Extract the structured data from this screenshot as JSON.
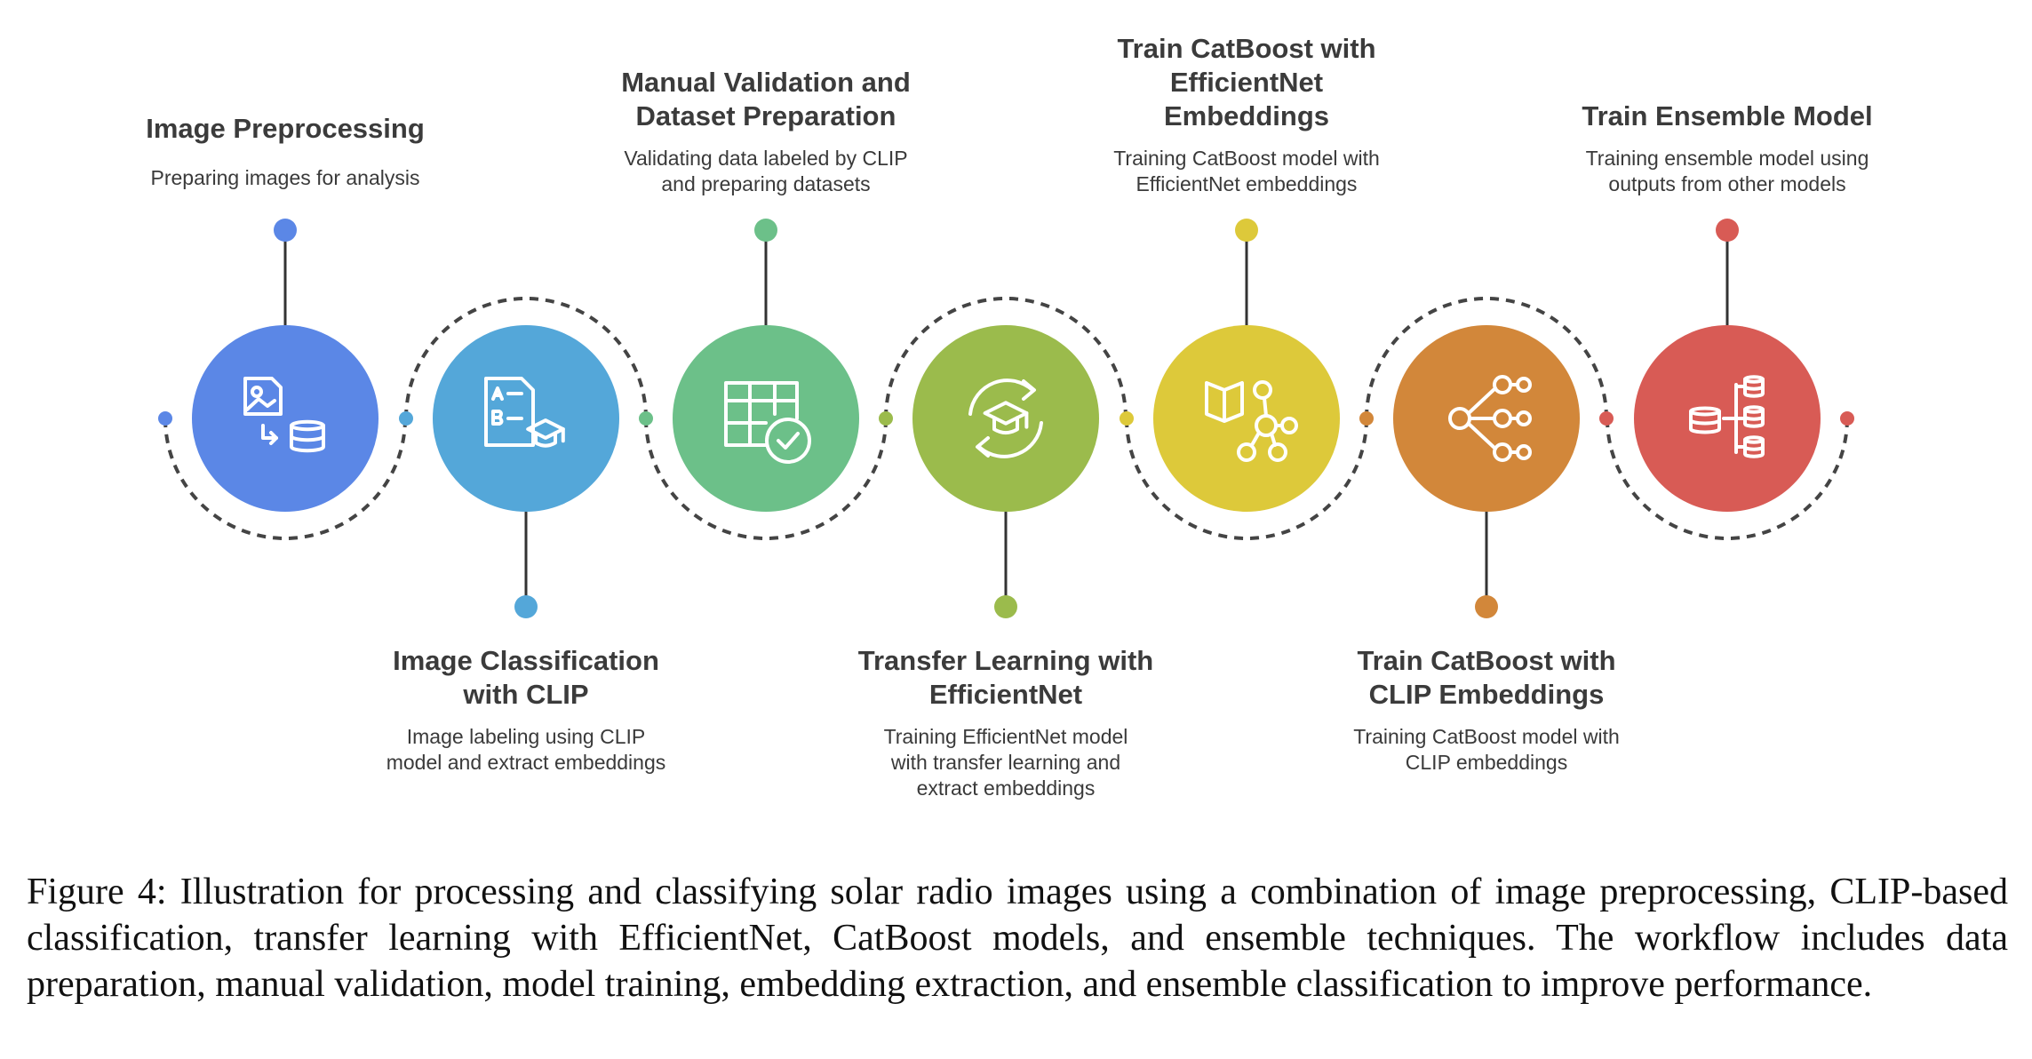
{
  "colors": {
    "blue": "#5b87e6",
    "light_blue": "#54a7d9",
    "green": "#6cc089",
    "olive_green": "#9bbb4c",
    "yellow": "#ddc93a",
    "orange": "#d2873a",
    "red": "#d85b55",
    "dashed_arc": "#444444",
    "title_text": "#3b3b3b"
  },
  "steps": [
    {
      "title_lines": [
        "Image Preprocessing"
      ],
      "desc_lines": [
        "Preparing images for analysis"
      ],
      "icon": "image-to-database-icon",
      "position": "top"
    },
    {
      "title_lines": [
        "Image Classification",
        "with CLIP"
      ],
      "desc_lines": [
        "Image labeling using CLIP",
        "model and extract embeddings"
      ],
      "icon": "document-graduation-cap-icon",
      "position": "bottom"
    },
    {
      "title_lines": [
        "Manual Validation and",
        "Dataset Preparation"
      ],
      "desc_lines": [
        "Validating data labeled by CLIP",
        "and preparing datasets"
      ],
      "icon": "table-check-icon",
      "position": "top"
    },
    {
      "title_lines": [
        "Transfer Learning with",
        "EfficientNet"
      ],
      "desc_lines": [
        "Training EfficientNet model",
        "with transfer learning and",
        "extract embeddings"
      ],
      "icon": "graduation-cap-refresh-icon",
      "position": "bottom"
    },
    {
      "title_lines": [
        "Train CatBoost with",
        "EfficientNet",
        "Embeddings"
      ],
      "desc_lines": [
        "Training CatBoost model with",
        "EfficientNet embeddings"
      ],
      "icon": "book-network-icon",
      "position": "top"
    },
    {
      "title_lines": [
        "Train CatBoost with",
        "CLIP Embeddings"
      ],
      "desc_lines": [
        "Training CatBoost model with",
        "CLIP embeddings"
      ],
      "icon": "network-share-icon",
      "position": "bottom"
    },
    {
      "title_lines": [
        "Train Ensemble Model"
      ],
      "desc_lines": [
        "Training ensemble model using",
        "outputs from other models"
      ],
      "icon": "database-merge-icon",
      "position": "top"
    }
  ],
  "caption": "Figure 4: Illustration for processing and classifying solar radio images using a combination of image preprocessing, CLIP-based classification, transfer learning with EfficientNet, CatBoost models, and ensemble techniques. The workflow includes data preparation, manual validation, model training, embedding extraction, and ensemble classification to improve performance."
}
